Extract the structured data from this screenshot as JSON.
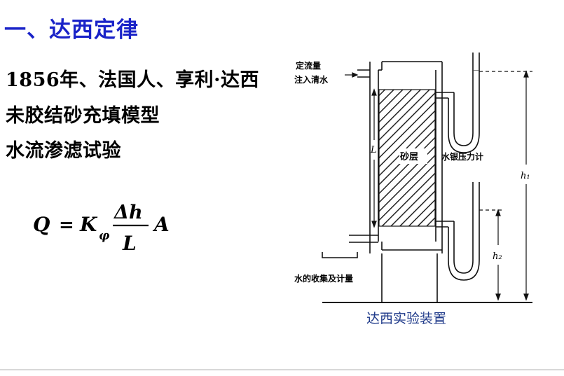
{
  "slide": {
    "title": "一、达西定律",
    "lines": [
      "1856年、法国人、享利·达西",
      "未胶结砂充填模型",
      "水流渗滤试验"
    ],
    "formula": {
      "lhs": "Q",
      "eq": "=",
      "coef": "K",
      "coef_sub": "φ",
      "numerator": "Δh",
      "denominator": "L",
      "area": "A"
    }
  },
  "figure": {
    "inflow_label_1": "定流量",
    "inflow_label_2": "注入清水",
    "length_label": "L",
    "sand_label": "砂层",
    "manometer_label": "水银压力计",
    "h1_label": "h₁",
    "h2_label": "h₂",
    "collect_label": "水的收集及计量",
    "caption": "达西实验装置"
  },
  "colors": {
    "title": "#1a23c8",
    "caption": "#1f3a8a"
  }
}
